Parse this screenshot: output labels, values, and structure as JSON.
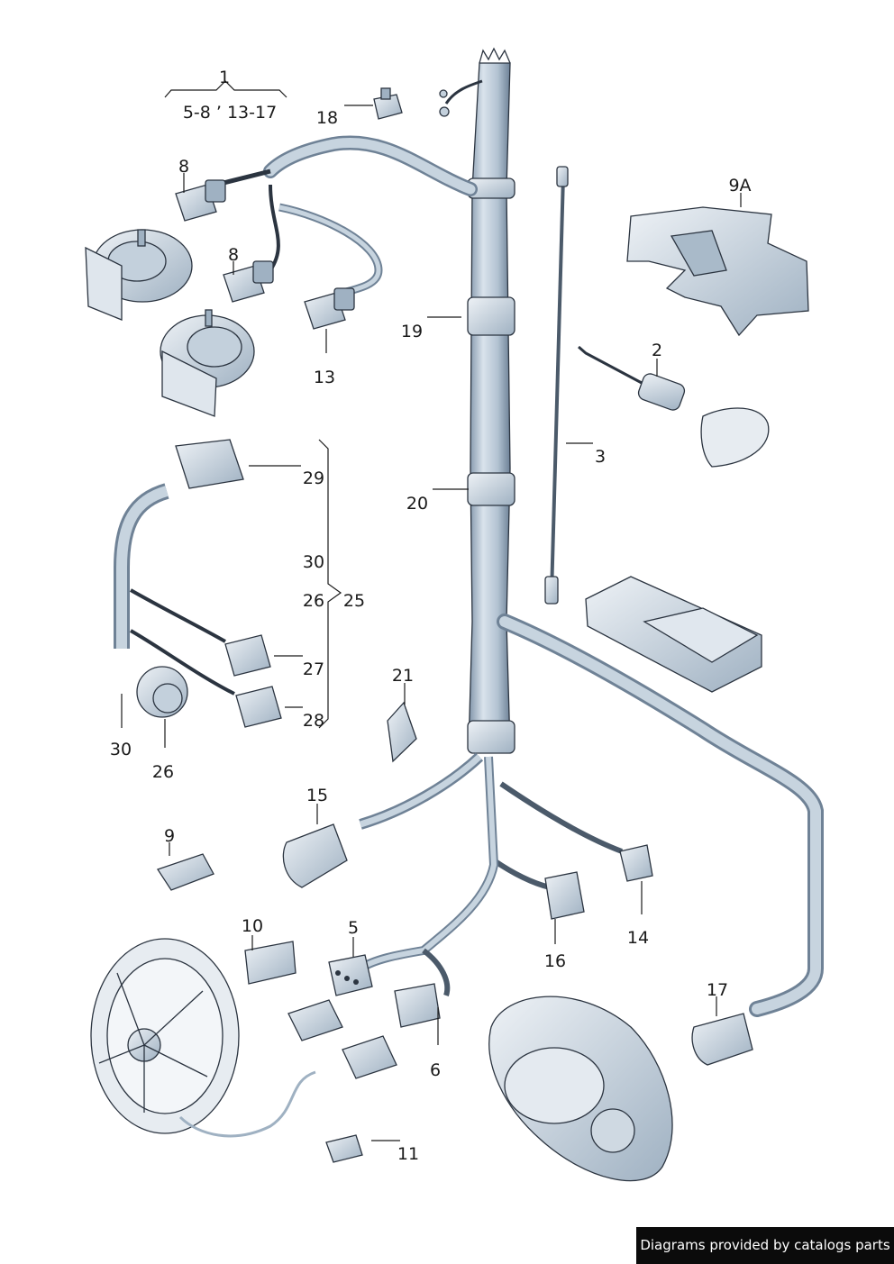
{
  "diagram": {
    "labels": {
      "p1": "1",
      "p1_range": "5-8  ’ 13-17",
      "p2": "2",
      "p3": "3",
      "p5": "5",
      "p6": "6",
      "p8a": "8",
      "p8b": "8",
      "p9": "9",
      "p9a": "9A",
      "p10": "10",
      "p11": "11",
      "p13": "13",
      "p14": "14",
      "p15": "15",
      "p16": "16",
      "p17": "17",
      "p18": "18",
      "p19": "19",
      "p20": "20",
      "p21": "21",
      "p25": "25",
      "p26a": "26",
      "p26b": "26",
      "p27": "27",
      "p28": "28",
      "p29": "29",
      "p30a": "30",
      "p30b": "30"
    },
    "colors": {
      "harness": "#b9c7d3",
      "harness_dark": "#6f8296",
      "outline": "#2b3440",
      "component": "#d4dde6"
    }
  },
  "footer": {
    "text": "Diagrams provided by catalogs parts"
  }
}
